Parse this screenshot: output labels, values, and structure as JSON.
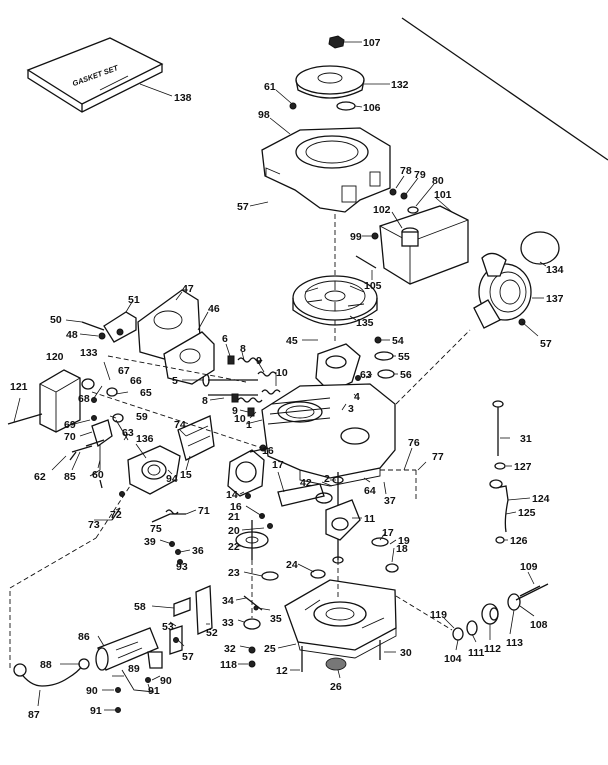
{
  "box_text": "GASKET SET",
  "labels": {
    "p107": "107",
    "p132": "132",
    "p106": "106",
    "p138": "138",
    "p61": "61",
    "p98": "98",
    "p78": "78",
    "p79": "79",
    "p80": "80",
    "p101": "101",
    "p57a": "57",
    "p102": "102",
    "p99": "99",
    "p134": "134",
    "p105": "105",
    "p137": "137",
    "p57b": "57",
    "p47": "47",
    "p51": "51",
    "p46": "46",
    "p50": "50",
    "p48": "48",
    "p135": "135",
    "p45": "45",
    "p54": "54",
    "p6": "6",
    "p55": "55",
    "p120": "120",
    "p133": "133",
    "p8a": "8",
    "p9a": "9",
    "p67": "67",
    "p66": "66",
    "p63a": "63",
    "p56": "56",
    "p5": "5",
    "p10a": "10",
    "p121": "121",
    "p68": "68",
    "p65": "65",
    "p8b": "8",
    "p9b": "9",
    "p10b": "10",
    "p4": "4",
    "p69": "69",
    "p59": "59",
    "p3": "3",
    "p1": "1",
    "p70": "70",
    "p63b": "63",
    "p136": "136",
    "p74": "74",
    "p16a": "16",
    "p31": "31",
    "p76": "76",
    "p62": "62",
    "p85": "85",
    "p60": "60",
    "p94": "94",
    "p15": "15",
    "p77": "77",
    "p127": "127",
    "p17a": "17",
    "p42": "42",
    "p2": "2",
    "p64": "64",
    "p14": "14",
    "p37": "37",
    "p73": "73",
    "p72": "72",
    "p16b": "16",
    "p71": "71",
    "p124": "124",
    "p21": "21",
    "p125": "125",
    "p20": "20",
    "p11": "11",
    "p75": "75",
    "p39": "39",
    "p36": "36",
    "p17b": "17",
    "p19": "19",
    "p126": "126",
    "p22": "22",
    "p18": "18",
    "p93": "93",
    "p23": "23",
    "p24": "24",
    "p109": "109",
    "p58": "58",
    "p34": "34",
    "p53": "53",
    "p119": "119",
    "p108": "108",
    "p35": "35",
    "p33": "33",
    "p52": "52",
    "p57c": "57",
    "p86": "86",
    "p32": "32",
    "p25": "25",
    "p30": "30",
    "p104": "104",
    "p111": "111",
    "p112": "112",
    "p113": "113",
    "p88": "88",
    "p89": "89",
    "p118": "118",
    "p12": "12",
    "p90": "90",
    "p91a": "91",
    "p26": "26",
    "p87": "87",
    "p91b": "91"
  }
}
